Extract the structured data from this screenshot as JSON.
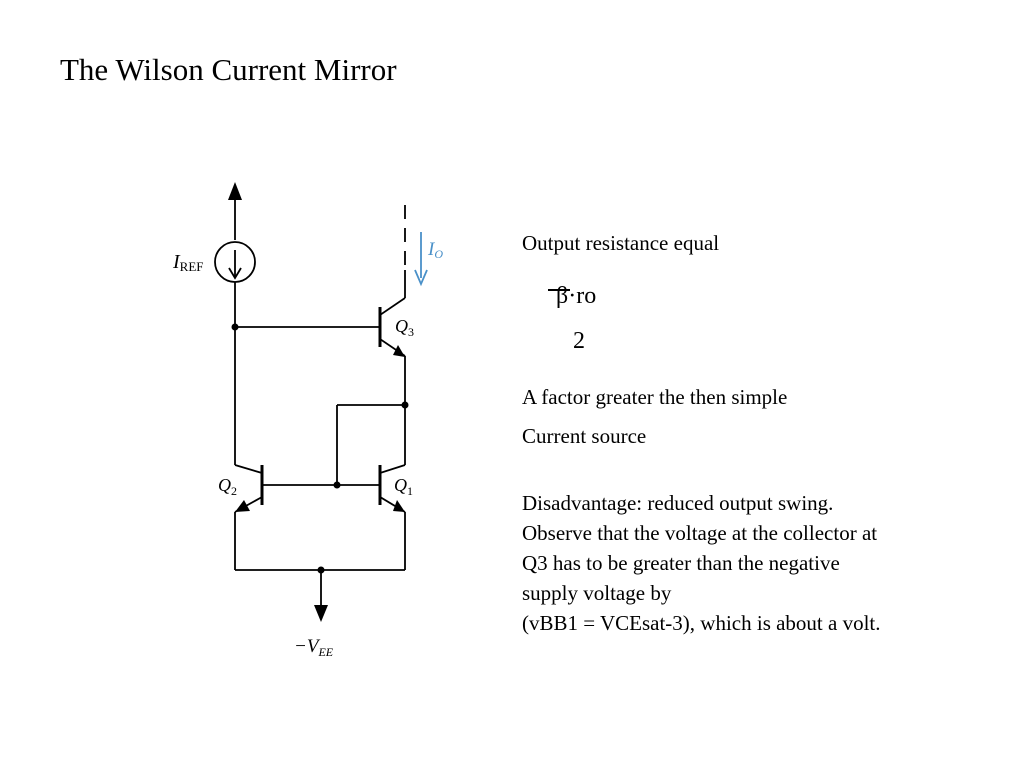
{
  "slide": {
    "title": "The Wilson Current Mirror"
  },
  "circuit": {
    "labels": {
      "iref_main": "I",
      "iref_sub": "REF",
      "io_main": "I",
      "io_sub": "O",
      "q3_main": "Q",
      "q3_sub": "3",
      "q2_main": "Q",
      "q2_sub": "2",
      "q1_main": "Q",
      "q1_sub": "1",
      "vee_main": "−V",
      "vee_sub": "EE"
    },
    "colors": {
      "wire": "#000000",
      "io_arrow": "#4a90c8"
    }
  },
  "text": {
    "output_resistance": "Output resistance equal",
    "formula_numerator": "β·ro",
    "formula_denominator": "2",
    "factor_line1": "A factor greater the then simple",
    "factor_line2": "Current source",
    "disadvantage_lines": [
      "Disadvantage: reduced output swing.",
      "Observe that the voltage at the collector at",
      "Q3 has to be greater than the negative",
      "supply voltage by",
      "(vBB1 = VCEsat-3), which is about a volt."
    ]
  }
}
